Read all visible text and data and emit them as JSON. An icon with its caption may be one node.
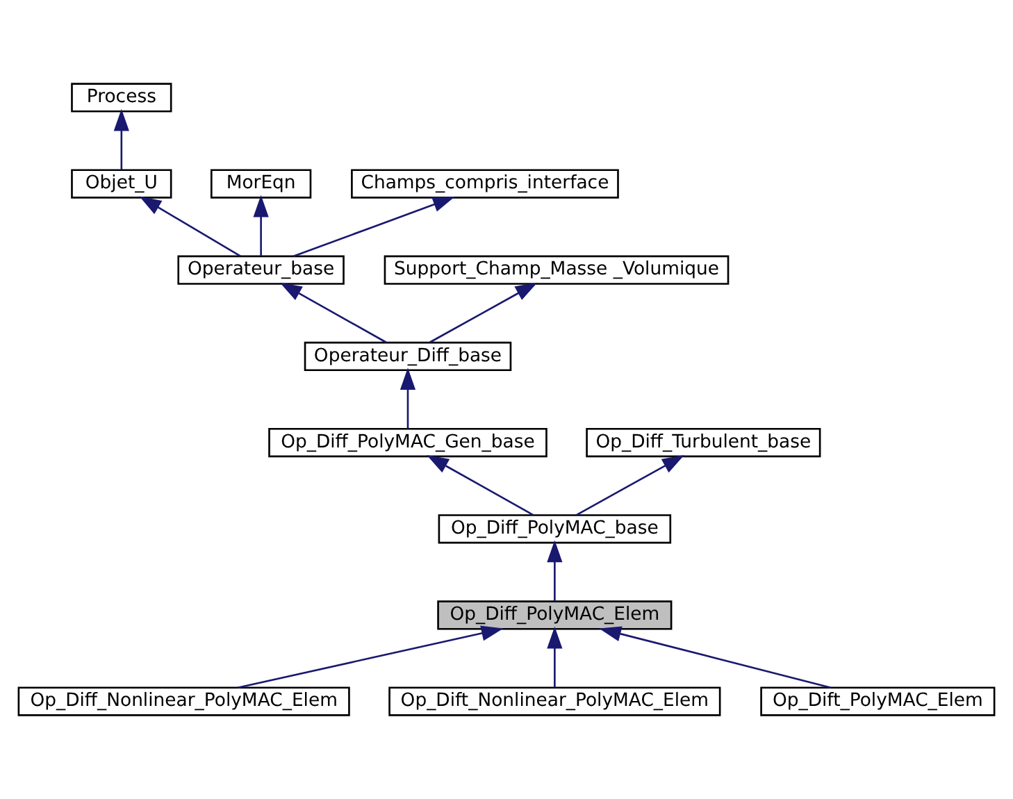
{
  "diagram": {
    "nodes": [
      {
        "text": [
          "Process"
        ]
      },
      {
        "text": [
          "Objet_U"
        ]
      },
      {
        "text": [
          "MorEqn"
        ]
      },
      {
        "text": [
          "Champs_compris_interface"
        ]
      },
      {
        "text": [
          "Operateur_base"
        ]
      },
      {
        "text": [
          "Support_Champ_Masse _Volumique"
        ]
      },
      {
        "text": [
          "Operateur_Diff_base"
        ]
      },
      {
        "text": [
          "Op_Diff_PolyMAC_Gen_base"
        ]
      },
      {
        "text": [
          "Op_Diff_Turbulent_base"
        ]
      },
      {
        "text": [
          "Op_Diff_PolyMAC_base"
        ]
      },
      {
        "text": [
          "Op_Diff_PolyMAC_Elem"
        ]
      },
      {
        "text": [
          "Op_Diff_Nonlinear_PolyMAC_Elem"
        ]
      },
      {
        "text": [
          "Op_Dift_Nonlinear_PolyMAC_Elem"
        ]
      },
      {
        "text": [
          "Op_Dift_PolyMAC_Elem"
        ]
      }
    ],
    "edges": [
      {
        "from": 1,
        "to": 0,
        "arrow": "to"
      },
      {
        "from": 4,
        "to": 1,
        "arrow": "to"
      },
      {
        "from": 4,
        "to": 2,
        "arrow": "to"
      },
      {
        "from": 4,
        "to": 3,
        "arrow": "to"
      },
      {
        "from": 6,
        "to": 4,
        "arrow": "to"
      },
      {
        "from": 6,
        "to": 5,
        "arrow": "to"
      },
      {
        "from": 7,
        "to": 6,
        "arrow": "to"
      },
      {
        "from": 9,
        "to": 7,
        "arrow": "to"
      },
      {
        "from": 9,
        "to": 8,
        "arrow": "to"
      },
      {
        "from": 10,
        "to": 9,
        "arrow": "to"
      },
      {
        "from": 11,
        "to": 10,
        "arrow": "to"
      },
      {
        "from": 12,
        "to": 10,
        "arrow": "to"
      },
      {
        "from": 13,
        "to": 10,
        "arrow": "to"
      }
    ]
  }
}
